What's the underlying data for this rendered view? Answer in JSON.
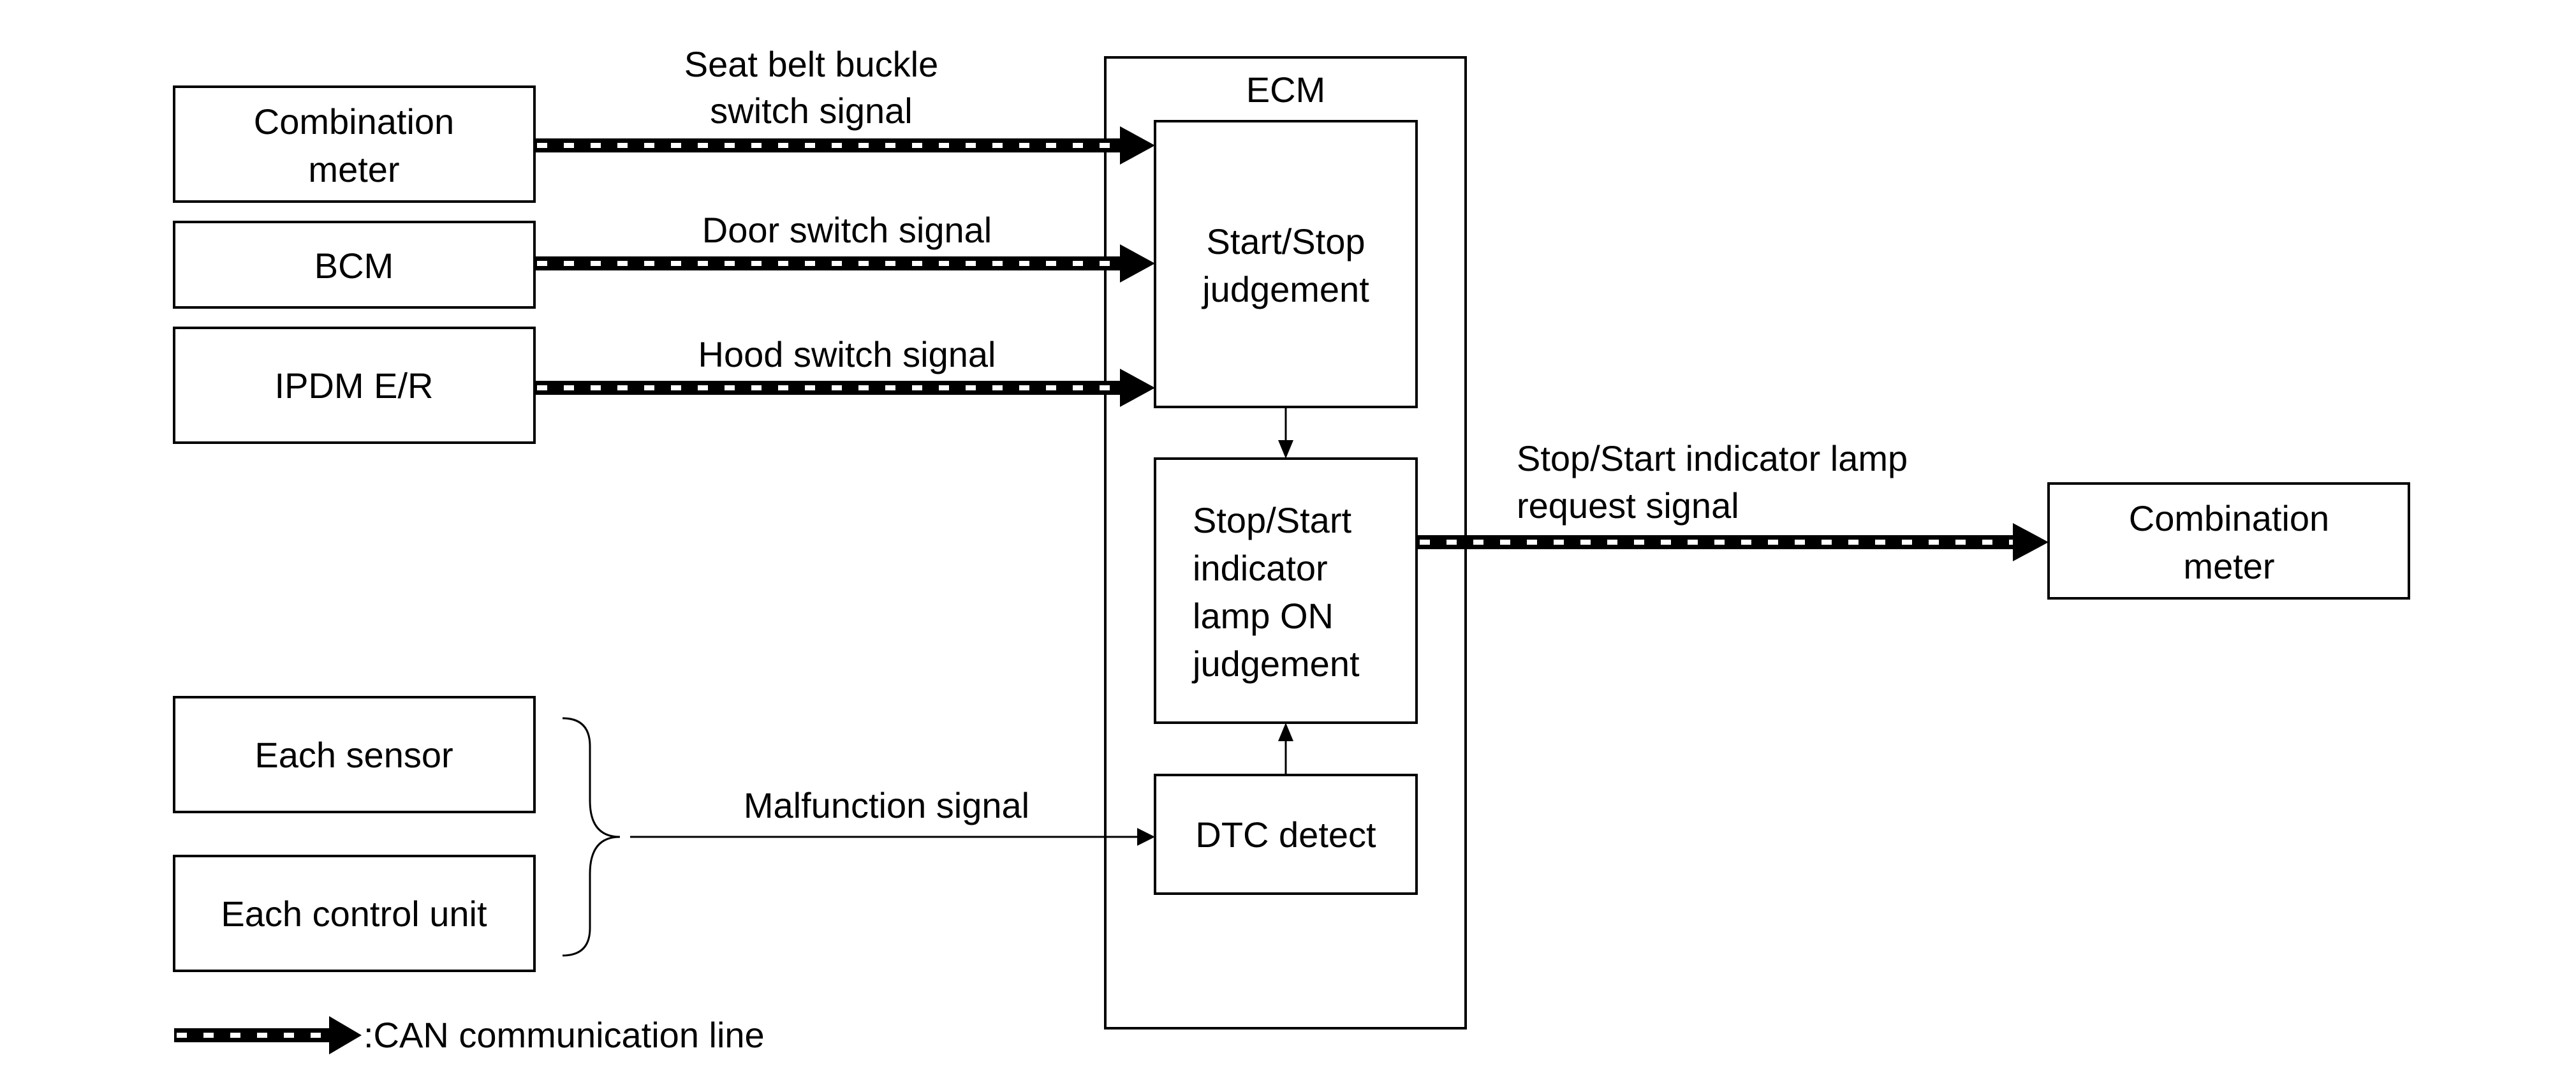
{
  "title": "ECM",
  "left_boxes": {
    "combination_meter": [
      "Combination",
      "meter"
    ],
    "bcm": "BCM",
    "ipdm": "IPDM E/R",
    "each_sensor": "Each sensor",
    "each_control_unit": "Each control unit"
  },
  "signals": {
    "seat_belt": [
      "Seat belt buckle",
      "switch signal"
    ],
    "door": "Door switch signal",
    "hood": "Hood switch signal",
    "malfunction": "Malfunction signal",
    "indicator_request": [
      "Stop/Start indicator lamp",
      "request signal"
    ]
  },
  "ecm_blocks": {
    "start_stop": [
      "Start/Stop",
      "judgement"
    ],
    "indicator_on": [
      "Stop/Start",
      "indicator",
      "lamp ON",
      "judgement"
    ],
    "dtc": "DTC detect"
  },
  "right_box": {
    "combination_meter": [
      "Combination",
      "meter"
    ]
  },
  "legend": {
    "label": ":CAN communication line"
  }
}
